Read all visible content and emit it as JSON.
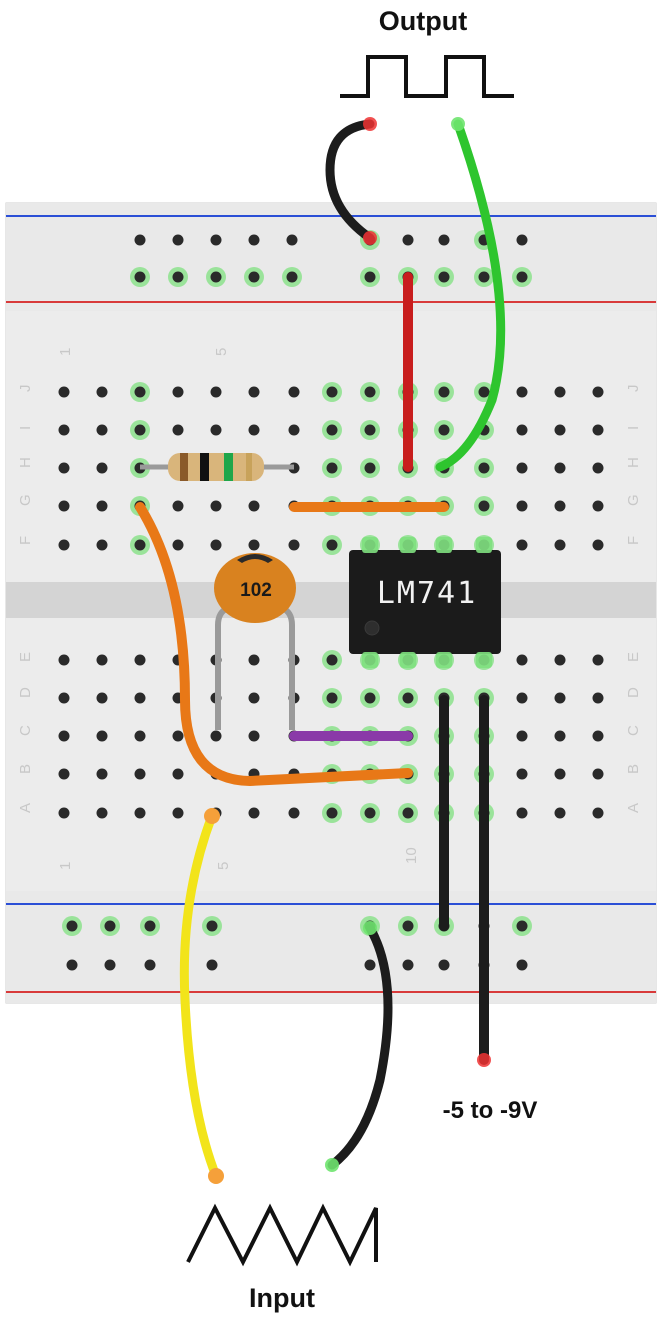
{
  "labels": {
    "output": "Output",
    "input": "Input",
    "supply": "-5 to -9V"
  },
  "chip": {
    "label": "LM741"
  },
  "capacitor": {
    "label": "102"
  },
  "breadboard": {
    "row_letters_top": [
      "J",
      "I",
      "H",
      "G",
      "F"
    ],
    "row_letters_bottom": [
      "E",
      "D",
      "C",
      "B",
      "A"
    ],
    "column_numbers": [
      "1",
      "5",
      "10"
    ]
  },
  "signals": {
    "output_waveform": "square",
    "input_waveform": "triangle"
  },
  "colors": {
    "board": "#e9e9e9",
    "rail_blue": "#2b4fd6",
    "rail_red": "#d83a3a",
    "hole": "#2a2a2a",
    "highlight": "#7fe07f",
    "wire_black": "#1c1c1c",
    "wire_green": "#2ec52e",
    "wire_red": "#c81d1d",
    "wire_orange": "#e87817",
    "wire_yellow": "#f2e41a",
    "wire_purple": "#8a3aa8",
    "wire_gray": "#9a9a9a",
    "chip": "#1b1b1b",
    "capacitor": "#d9821f"
  }
}
